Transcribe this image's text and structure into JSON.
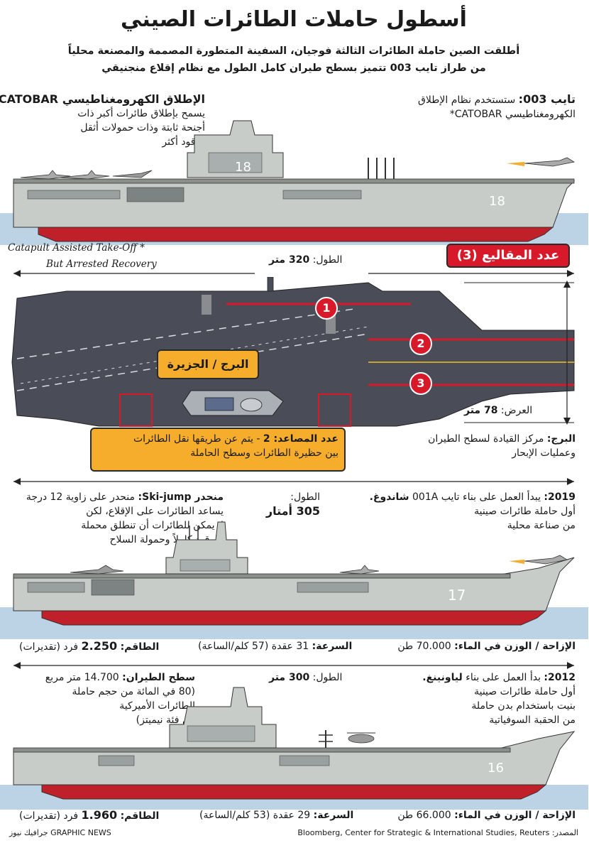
{
  "header": {
    "title": "أسطول حاملات الطائرات الصيني",
    "subtitle_line1": "أطلقت الصين حاملة الطائرات الثالثة فوجيان، السفينة المتطورة المصممة والمصنعة محلياً",
    "subtitle_line2": "من طراز تايب 003 تتميز بسطح طيران كامل الطول مع نظام إقلاع منجنيقي"
  },
  "type003": {
    "label": "تايب 003:",
    "desc1": "ستستخدم نظام الإطلاق",
    "desc2": "الكهرومغناطيسي CATOBAR*",
    "hull_number": "18",
    "catobar_title": "الإطلاق الكهرومغناطيسي CATOBAR*",
    "catobar_line1": "يسمح بإطلاق طائرات أكبر ذات",
    "catobar_line2": "أجنحة ثابتة وذات حمولات أثقل",
    "catobar_line3": "ووقود أكثر",
    "catobar_en1": "Catapult Assisted Take-Off *",
    "catobar_en2": "But Arrested Recovery",
    "catapults_box": "عدد المقاليع (3)",
    "length_label": "الطول:",
    "length_value": "320 متر",
    "width_label": "العرض:",
    "width_value": "78 متر",
    "catapult_numbers": [
      "1",
      "2",
      "3"
    ],
    "island_callout": "البرج / الجزيرة",
    "island_label": "البرج:",
    "island_desc1": "مركز القيادة لسطح الطيران",
    "island_desc2": "وعمليات الإبحار",
    "elevators_label": "عدد المصاعد: 2",
    "elevators_desc1": "- يتم عن طريقها نقل الطائرات",
    "elevators_desc2": "بين حظيرة الطائرات وسطح الحاملة"
  },
  "shandong": {
    "year": "2019:",
    "line1": "يبدأ العمل على بناء تايب 001A",
    "name": "شاندوغ.",
    "line2": "أول حاملة طائرات صينية",
    "line3": "من صناعة محلية",
    "length_label": "الطول:",
    "length_value": "305 أمتار",
    "skijump_label": "منحدر Ski-jump:",
    "skijump_line1": "منحدر على زاوية 12 درجة",
    "skijump_line2": "يساعد الطائرات على الإقلاع، لكن",
    "skijump_line3": "لا يمكن للطائرات أن تنطلق محملة",
    "skijump_line4": "بالوقود كاملاً وحمولة السلاح",
    "hull_number": "17",
    "displacement_label": "الإزاحة / الوزن في الماء:",
    "displacement_value": "70.000 طن",
    "speed_label": "السرعة:",
    "speed_value": "31 عقدة (57 كلم/الساعة)",
    "crew_label": "الطاقم:",
    "crew_value": "2.250",
    "crew_unit": "فرد (تقديرات)"
  },
  "liaoning": {
    "year": "2012:",
    "line1": "بدأ العمل على بناء",
    "name": "لياونينغ.",
    "line2": "أول حاملة طائرات صينية",
    "line3": "بنيت باستخدام بدن حاملة",
    "line4": "من الحقبة السوفياتية",
    "length_label": "الطول:",
    "length_value": "300 متر",
    "deck_label": "سطح الطيران:",
    "deck_line1": "14.700 متر مربع",
    "deck_line2": "(80 في المائة من حجم حاملة",
    "deck_line3": "الطائرات الأميركية",
    "deck_line4": "من فئة نيميتز)",
    "hull_number": "16",
    "displacement_label": "الإزاحة / الوزن في الماء:",
    "displacement_value": "66.000 طن",
    "speed_label": "السرعة:",
    "speed_value": "29 عقدة (53 كلم/الساعة)",
    "crew_label": "الطاقم:",
    "crew_value": "1.960",
    "crew_unit": "فرد (تقديرات)"
  },
  "footer": {
    "source_label": "المصدر:",
    "source": "Bloomberg, Center for Strategic & International Studies, Reuters",
    "credit": "GRAPHIC NEWS جرافيك نيوز"
  },
  "colors": {
    "hull": "#c8ccc8",
    "hull_red": "#c0202a",
    "deck": "#4a4c58",
    "callout": "#f6ad2b",
    "sea": "#bcd3e6"
  }
}
